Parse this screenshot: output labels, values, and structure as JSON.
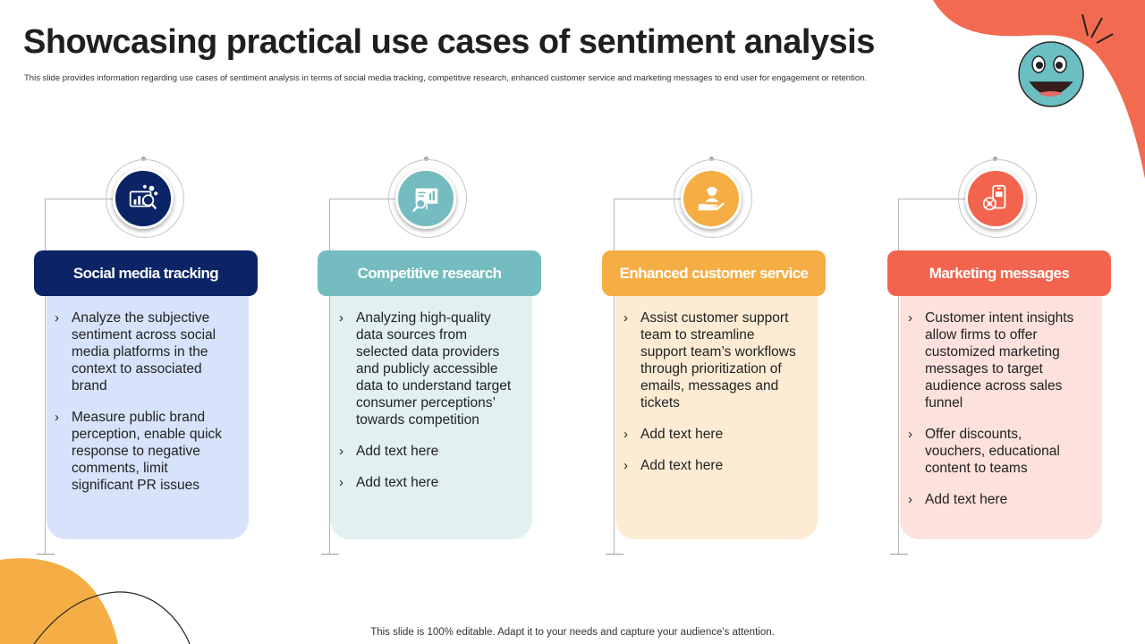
{
  "title": "Showcasing practical use cases of sentiment analysis",
  "subtitle": "This slide provides information regarding use cases of sentiment analysis in terms of social media tracking, competitive research, enhanced customer service and marketing messages to end user for engagement or retention.",
  "footer": "This slide is 100% editable. Adapt it to your needs and capture your audience's attention.",
  "colors": {
    "navy": "#0b2466",
    "teal": "#74bcbf",
    "orange": "#f4ae44",
    "coral": "#f2644d",
    "card_blue": "#d6e3fb",
    "card_teal": "#e2f0f1",
    "card_orange": "#fdebd4",
    "card_coral": "#fde1dd"
  },
  "columns": [
    {
      "header": "Social media tracking",
      "icon": "analytics-icon",
      "bullets": [
        "Analyze the subjective sentiment across social media platforms in the context to associated brand",
        "Measure public brand perception, enable quick response  to negative comments, limit significant PR issues"
      ]
    },
    {
      "header": "Competitive research",
      "icon": "presentation-icon",
      "bullets": [
        "Analyzing high-quality data sources from selected data providers and publicly accessible data to understand target consumer perceptions’ towards competition",
        "Add text here",
        "Add text here"
      ]
    },
    {
      "header": "Enhanced customer service",
      "icon": "customer-support-icon",
      "bullets": [
        "Assist customer support team to streamline support team’s workflows through prioritization of emails, messages and tickets",
        "Add text here",
        "Add text here"
      ]
    },
    {
      "header": "Marketing messages",
      "icon": "mobile-marketing-icon",
      "bullets": [
        "Customer intent insights allow firms to offer customized marketing messages to target audience across sales funnel",
        "Offer discounts, vouchers, educational content to teams",
        "Add text here"
      ]
    }
  ]
}
